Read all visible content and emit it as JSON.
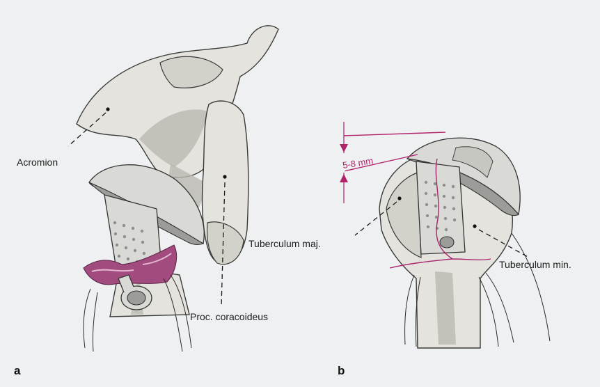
{
  "labels": {
    "acromion": "Acromion",
    "proc_coracoideus": "Proc. coracoideus",
    "tuberculum_maj": "Tuberculum maj.",
    "tuberculum_min": "Tuberculum min.",
    "measurement": "5-8 mm",
    "panel_a": "a",
    "panel_b": "b"
  },
  "colors": {
    "background": "#eef0f1",
    "bone": "#e4e3dd",
    "measurement_accent": "#b0226a",
    "tissue": "#9b3d73"
  }
}
